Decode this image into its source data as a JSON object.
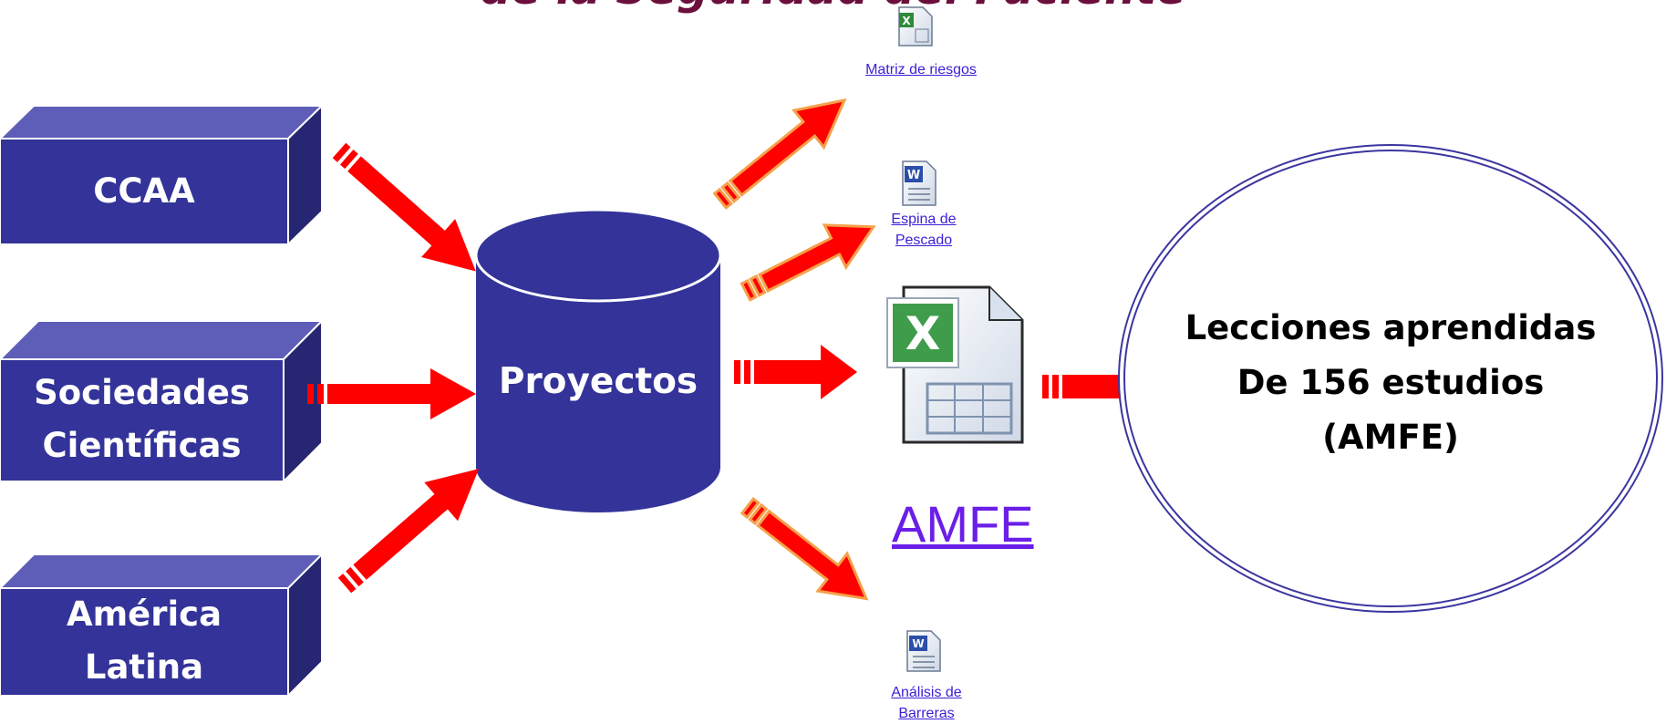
{
  "title": "de la Seguridad del Paciente",
  "sources": [
    {
      "id": "ccaa",
      "label": "CCAA"
    },
    {
      "id": "sociedades",
      "label": "Sociedades\nCientíficas"
    },
    {
      "id": "america",
      "label": "América\nLatina"
    }
  ],
  "hub": {
    "label": "Proyectos"
  },
  "documents": {
    "matriz": {
      "label": "Matriz de riesgos",
      "icon": "excel-file-icon"
    },
    "espina": {
      "label": "Espina de\nPescado",
      "icon": "word-file-icon"
    },
    "amfe": {
      "label": "AMFE",
      "icon": "excel-file-icon"
    },
    "barreras": {
      "label": "Análisis de\nBarreras",
      "icon": "word-file-icon"
    }
  },
  "result": {
    "label": "Lecciones aprendidas\nDe 156 estudios\n(AMFE)"
  },
  "colors": {
    "box_fill": "#333399",
    "box_top": "#5e5eb8",
    "box_side": "#262673",
    "arrow": "#ff0000",
    "arrow_outline": "#f5a04a",
    "title": "#6b0f3c",
    "link": "#3a1fd6",
    "amfe_link": "#6a1ee8"
  }
}
